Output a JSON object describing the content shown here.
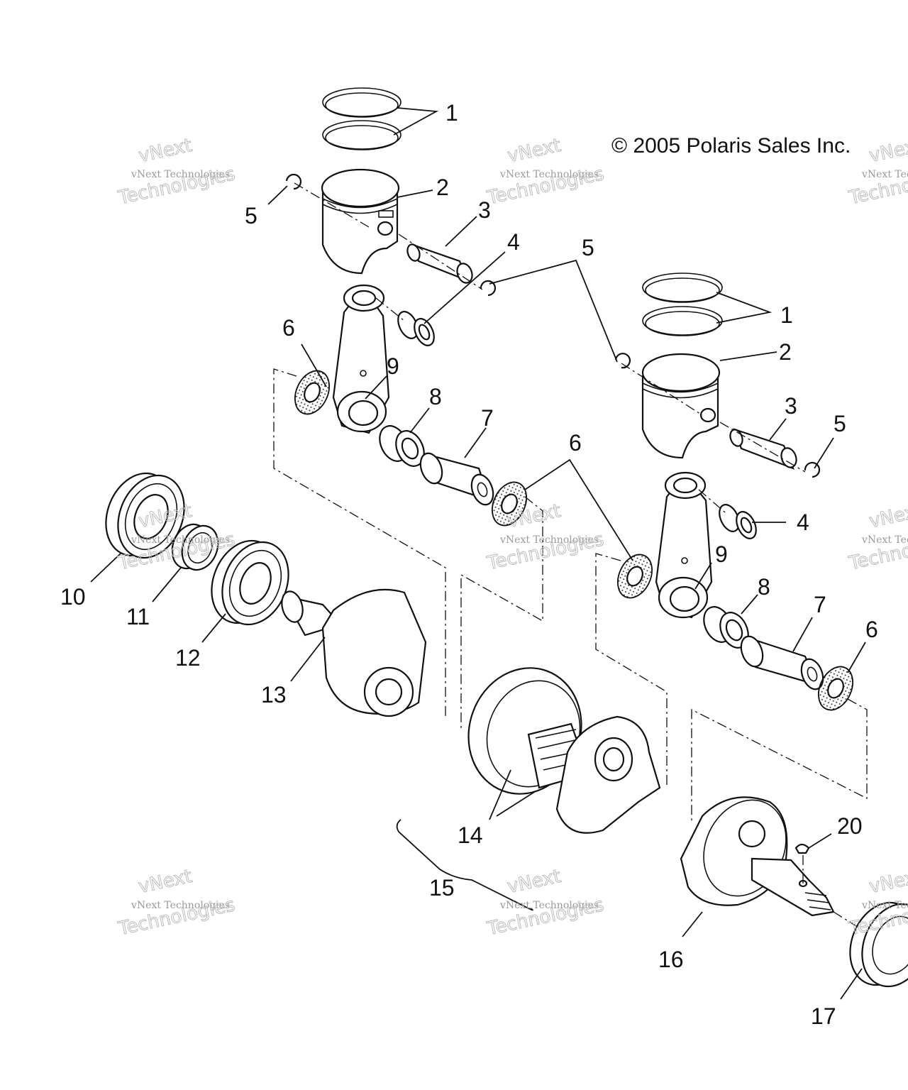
{
  "copyright": "© 2005 Polaris Sales Inc.",
  "watermark": {
    "line1": "vNext",
    "line2": "vNext Technologies",
    "line3": "Technologies"
  },
  "callouts": [
    "1",
    "2",
    "3",
    "4",
    "5",
    "5",
    "6",
    "8",
    "7",
    "9",
    "1",
    "2",
    "3",
    "5",
    "6",
    "4",
    "9",
    "8",
    "7",
    "6",
    "10",
    "11",
    "12",
    "13",
    "14",
    "15",
    "16",
    "17",
    "20"
  ]
}
